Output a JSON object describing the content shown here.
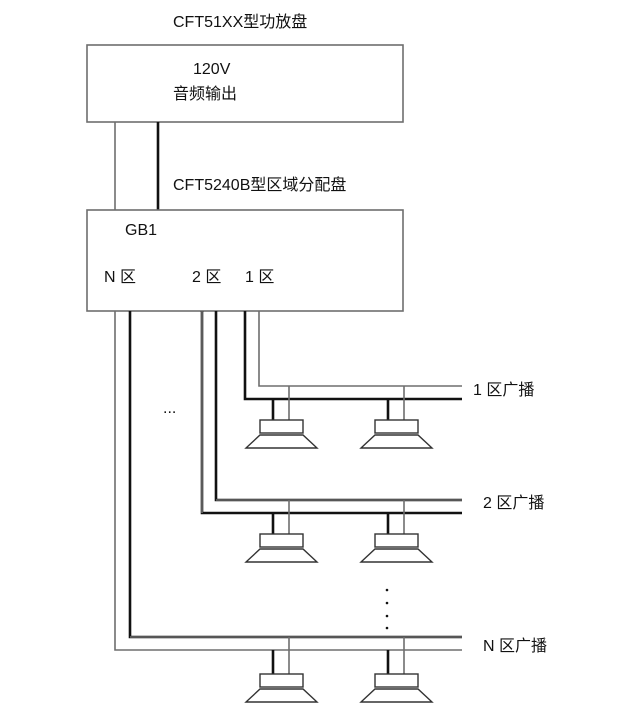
{
  "amplifier": {
    "title": "CFT51XX型功放盘",
    "voltage": "120V",
    "output_label": "音频输出"
  },
  "distributor": {
    "title": "CFT5240B型区域分配盘",
    "id": "GB1",
    "ports": [
      "N 区",
      "2 区",
      "1 区"
    ]
  },
  "zones": [
    {
      "label": "1 区广播",
      "speakers": 2
    },
    {
      "label": "2 区广播",
      "speakers": 2
    },
    {
      "label": "N 区广播",
      "speakers": 2
    }
  ],
  "ellipsis_horizontal": "...",
  "colors": {
    "thin_wire": "#6e6e6e",
    "thick_wire": "#111111",
    "background": "#ffffff"
  }
}
